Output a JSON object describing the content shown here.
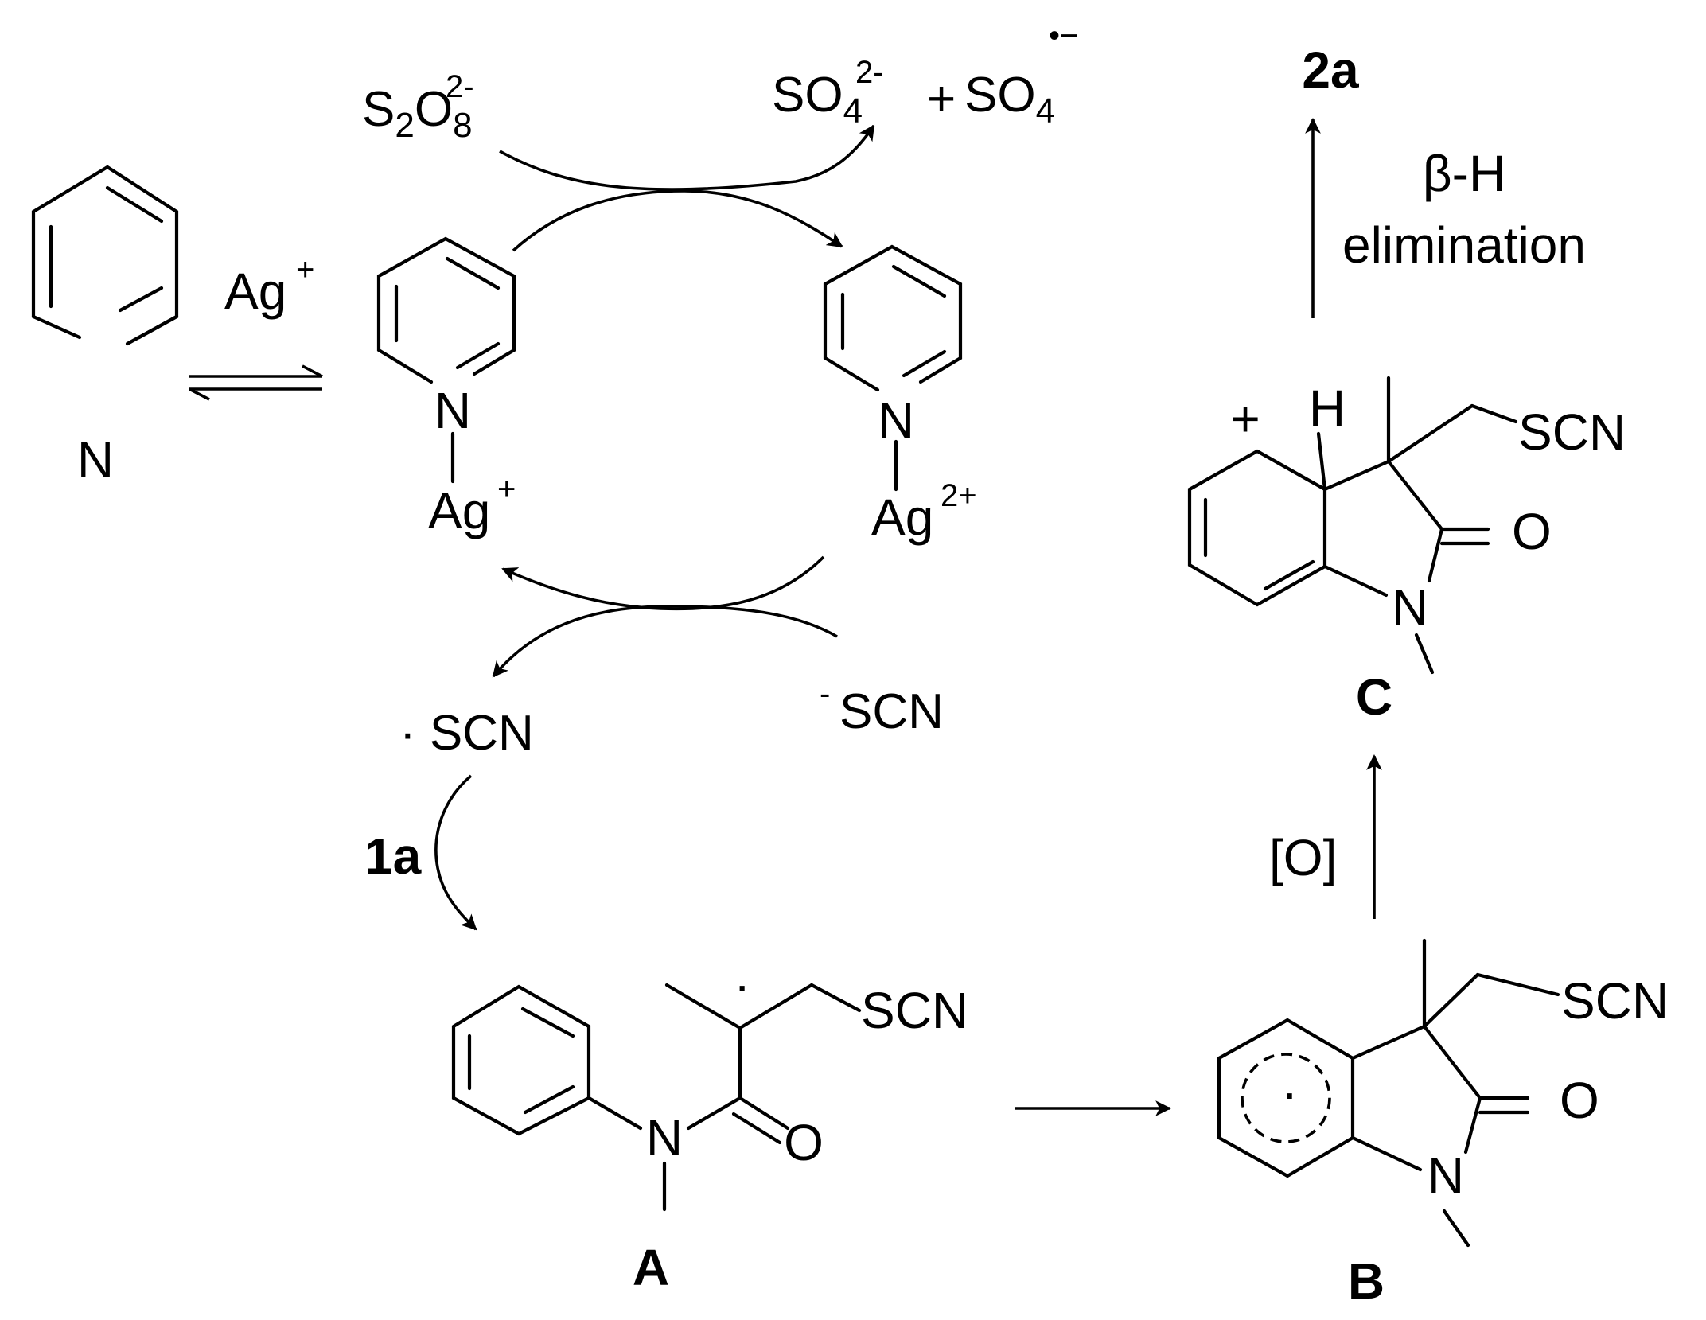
{
  "reagents": {
    "persulfate": "S2O8",
    "persulfate_charge": "2-",
    "sulfate": "SO4",
    "sulfate_charge": "2-",
    "plus": "+",
    "sulfate_radical": "SO4",
    "sulfate_radical_charge": "•−",
    "ag_plus_label": "Ag",
    "ag_plus_charge": "+",
    "thiocyanate_anion": "SCN",
    "thiocyanate_anion_charge": "-",
    "thiocyanate_radical": "· SCN",
    "substrate": "1a",
    "oxidant": "[O]",
    "elimination_1": "β-H",
    "elimination_2": "elimination",
    "product": "2a"
  },
  "atoms": {
    "n": "N",
    "o": "O",
    "h": "H",
    "ag": "Ag",
    "ag1_charge": "+",
    "ag2_charge": "2+",
    "scn": "SCN",
    "plus": "+",
    "radical": "·"
  },
  "labels": {
    "intermediate_a": "A",
    "intermediate_b": "B",
    "intermediate_c": "C"
  }
}
